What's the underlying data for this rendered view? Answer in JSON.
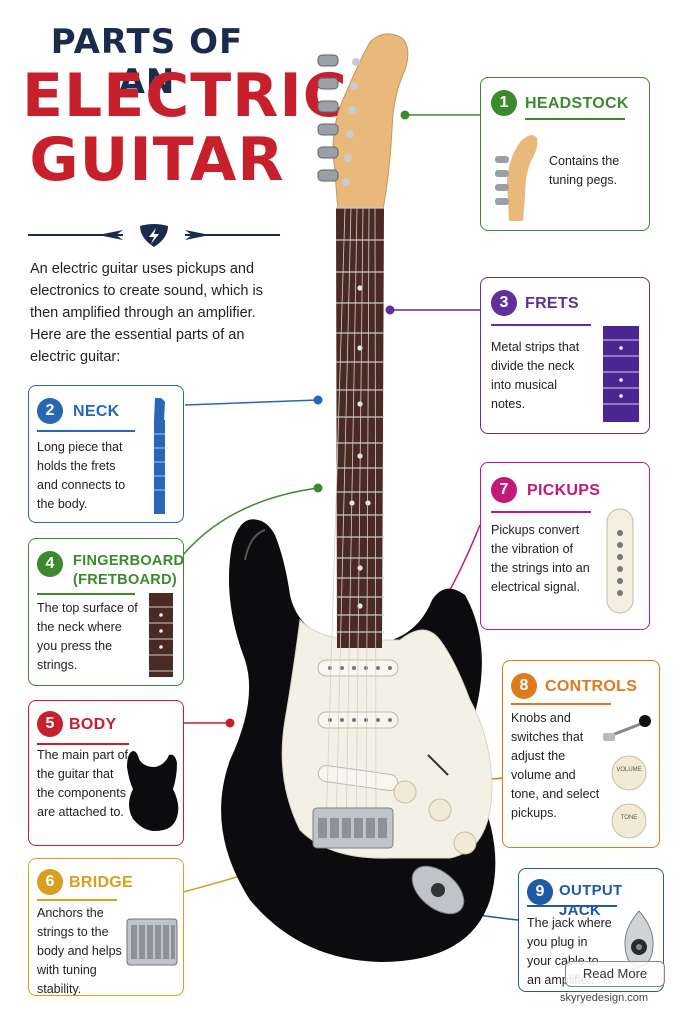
{
  "title": {
    "line1": "PARTS OF AN",
    "line2": "ELECTRIC",
    "line3": "GUITAR"
  },
  "intro": "An electric guitar uses pickups and electronics to create sound, which is then amplified through an amplifier. Here are the essential parts of an electric guitar:",
  "parts": [
    {
      "number": "1",
      "heading": "HEADSTOCK",
      "heading2": "",
      "description": "Contains the tuning pegs.",
      "color": "#3c8a2e"
    },
    {
      "number": "2",
      "heading": "NECK",
      "heading2": "",
      "description": "Long piece that holds the frets and connects to the body.",
      "color": "#2867b5"
    },
    {
      "number": "3",
      "heading": "FRETS",
      "heading2": "",
      "description": "Metal strips that divide the neck into musical notes.",
      "color": "#5f2f9c"
    },
    {
      "number": "4",
      "heading": "FINGERBOARD",
      "heading2": "(FRETBOARD)",
      "description": "The top surface of the neck where you press the strings.",
      "color": "#3c8a2e"
    },
    {
      "number": "5",
      "heading": "BODY",
      "heading2": "",
      "description": "The main part of the guitar that the components are attached to.",
      "color": "#c81f2c"
    },
    {
      "number": "6",
      "heading": "BRIDGE",
      "heading2": "",
      "description": "Anchors the strings to the body and helps with tuning stability.",
      "color": "#d9a020"
    },
    {
      "number": "7",
      "heading": "PICKUPS",
      "heading2": "",
      "description": "Pickups convert the vibration of the strings into an electrical signal.",
      "color": "#c2187a"
    },
    {
      "number": "8",
      "heading": "CONTROLS",
      "heading2": "",
      "description": "Knobs and switches that adjust the volume and tone, and select pickups.",
      "color": "#e07a1a"
    },
    {
      "number": "9",
      "heading": "OUTPUT JACK",
      "heading2": "",
      "description": "The jack where you plug in your cable to an amplifier.",
      "color": "#1e5aa8"
    }
  ],
  "knob_labels": {
    "volume": "VOLUME",
    "tone": "TONE"
  },
  "read_more": "Read More",
  "watermark": "skyryedesign.com"
}
